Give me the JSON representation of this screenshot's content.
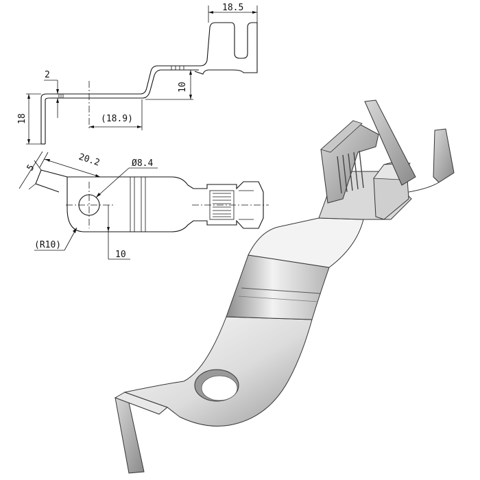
{
  "dimensions": {
    "top_width": "18.5",
    "thickness": "2",
    "rise": "10",
    "overall_height": "18",
    "offset_length": "(18.9)",
    "tab_width": "5",
    "eye_length": "20.2",
    "hole_diameter": "Ø8.4",
    "eye_radius": "(R10)",
    "hole_offset": "10"
  },
  "colors": {
    "line": "#111111",
    "background": "#ffffff",
    "metal_light": "#f4f4f4",
    "metal_mid": "#c9c9c9",
    "metal_dark": "#7d7d7d"
  }
}
